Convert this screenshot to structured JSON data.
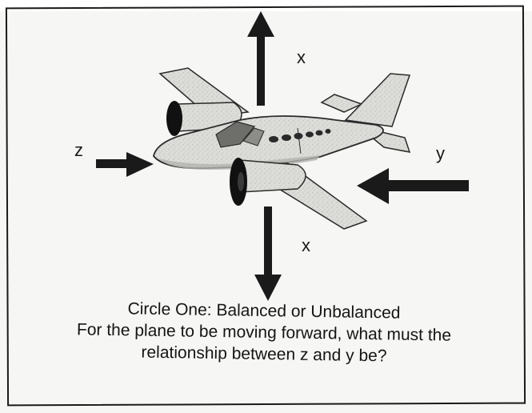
{
  "labels": {
    "x_top": "x",
    "x_bottom": "x",
    "z": "z",
    "y": "y"
  },
  "caption": {
    "line1": "Circle One: Balanced or Unbalanced",
    "line2": "For the plane to be moving forward, what must the",
    "line3": "relationship between z and y be?"
  },
  "colors": {
    "arrow": "#1a1a1a",
    "plane_body": "#d9d9d6",
    "plane_shade": "#a9a9a6",
    "windshield": "#6e6e6a"
  },
  "icons": {
    "plane": "twin-engine-airplane-illustration",
    "arrow_up": "force-arrow-up",
    "arrow_down": "force-arrow-down",
    "arrow_right": "force-arrow-right",
    "arrow_left": "force-arrow-left"
  }
}
